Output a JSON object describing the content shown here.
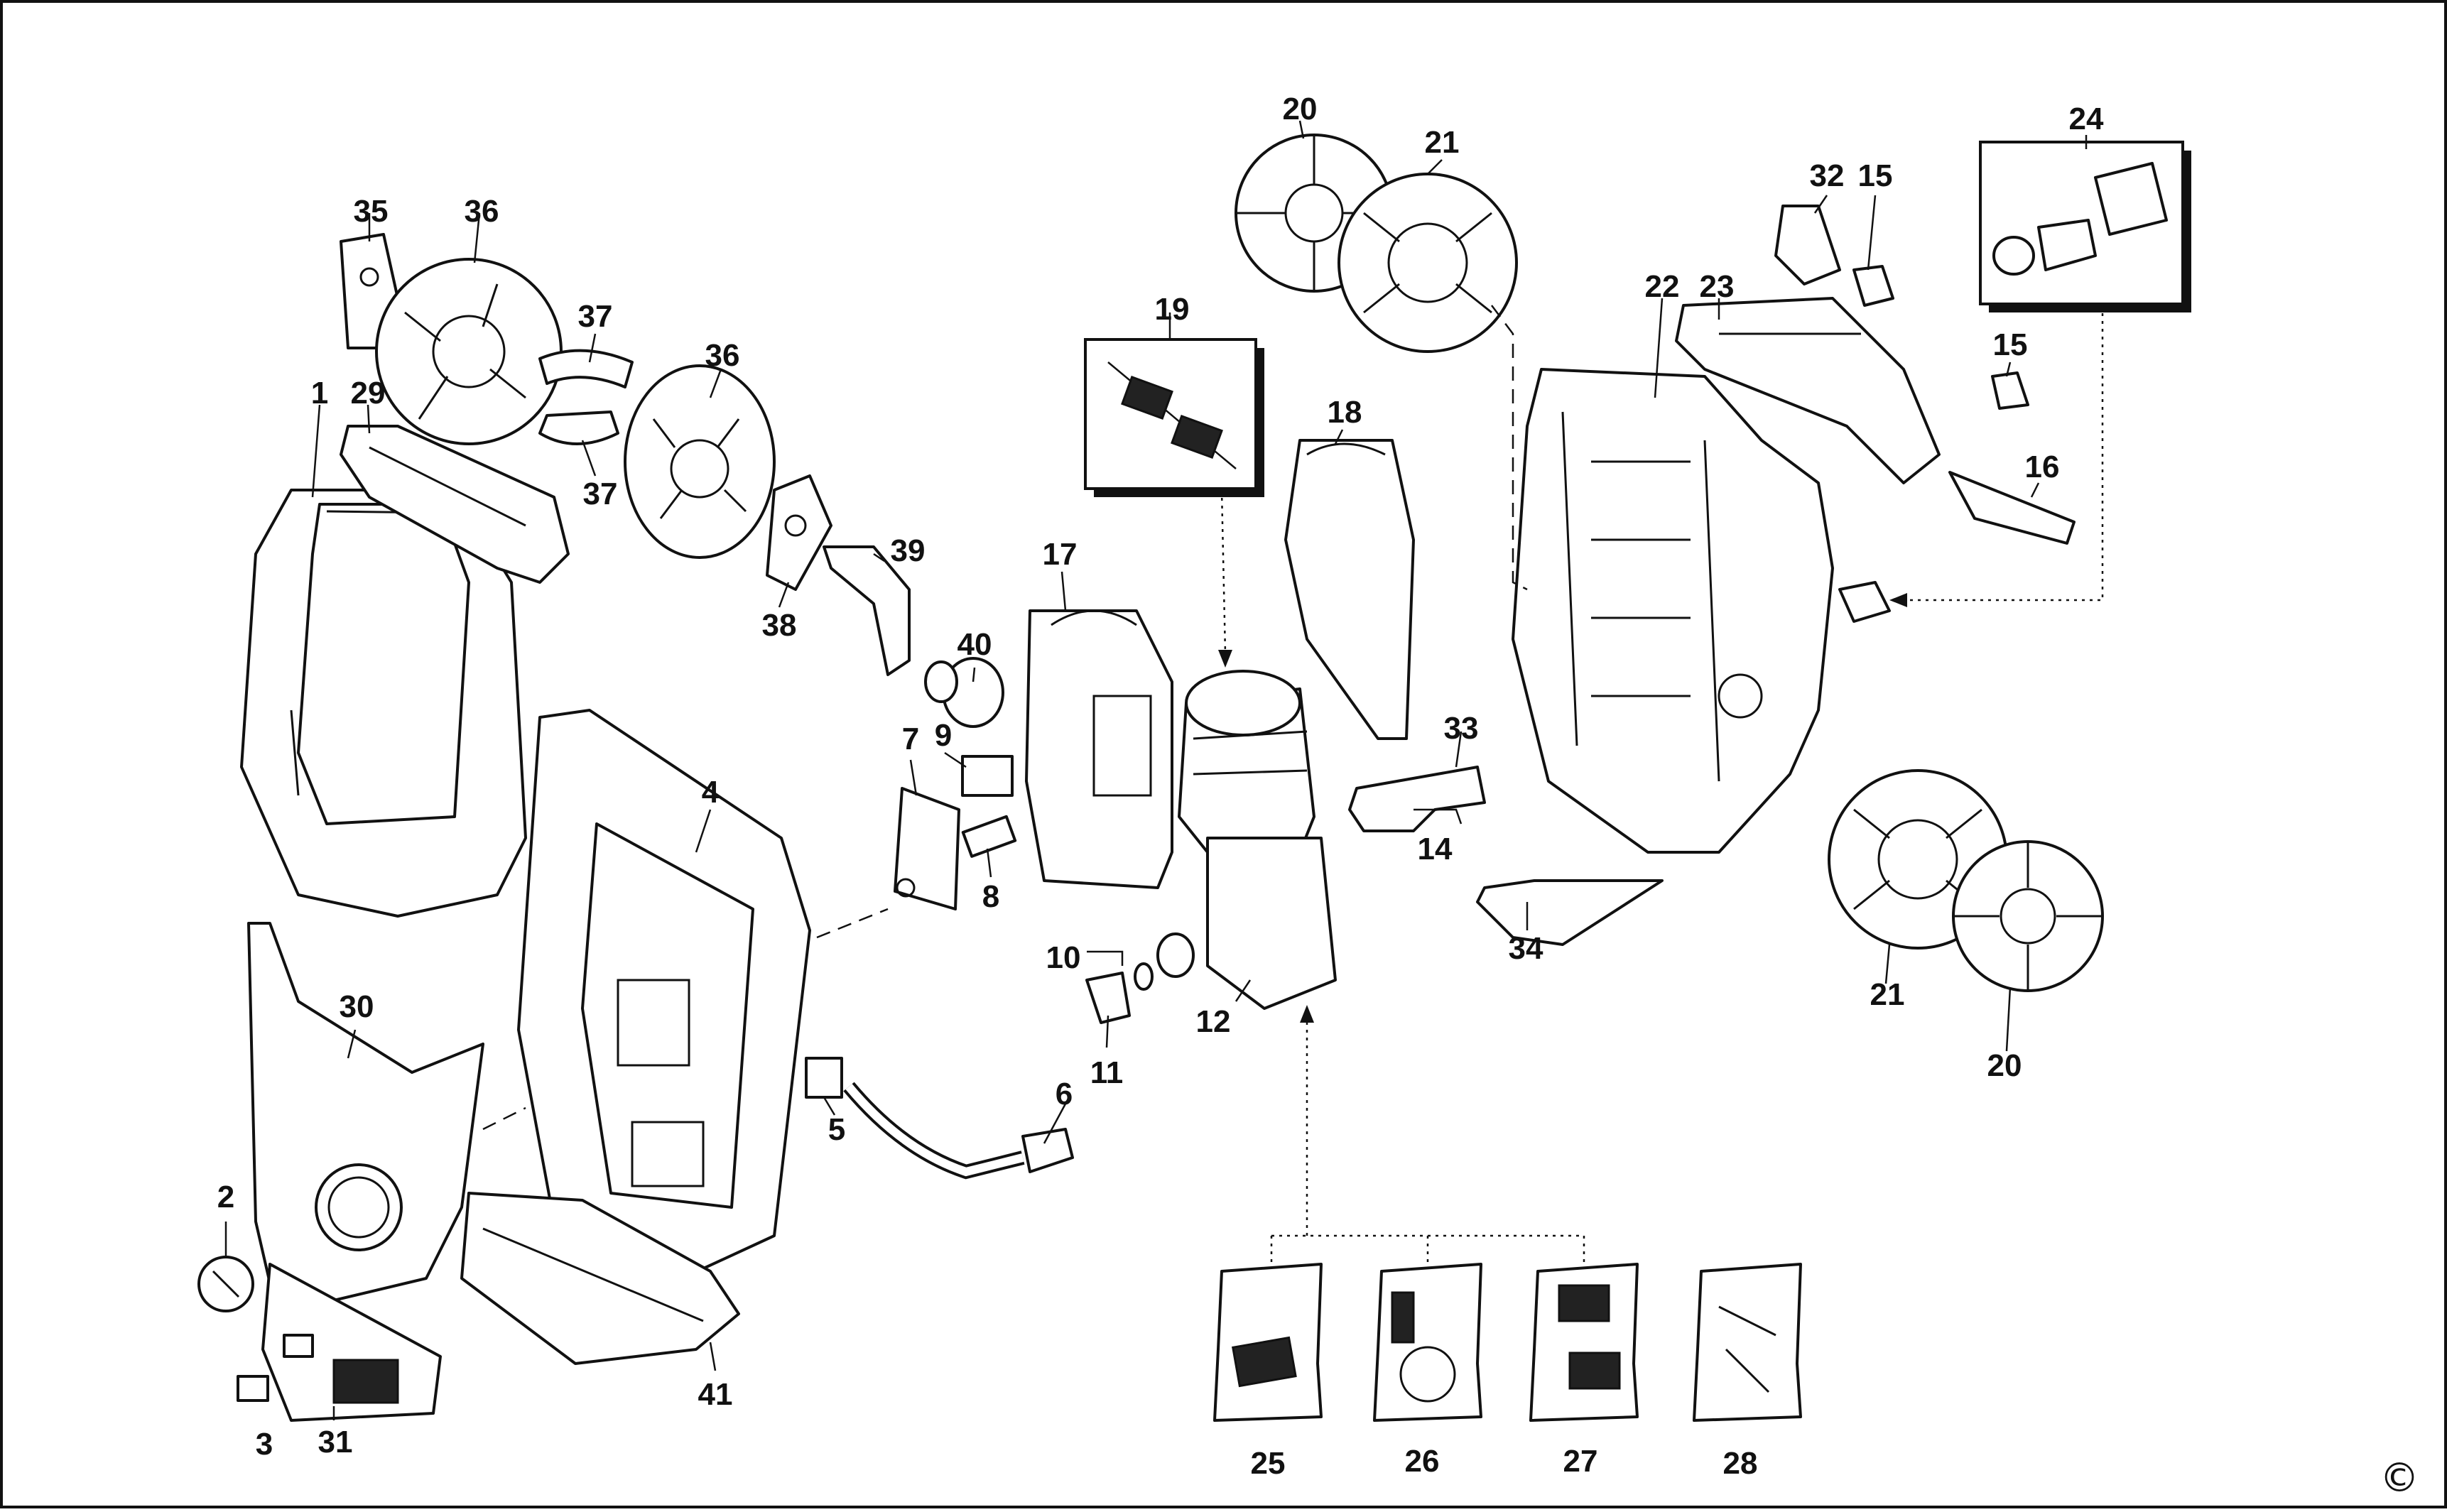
{
  "callouts": [
    {
      "id": "c1",
      "text": "1"
    },
    {
      "id": "c2",
      "text": "2"
    },
    {
      "id": "c3",
      "text": "3"
    },
    {
      "id": "c4",
      "text": "4"
    },
    {
      "id": "c5",
      "text": "5"
    },
    {
      "id": "c6",
      "text": "6"
    },
    {
      "id": "c7",
      "text": "7"
    },
    {
      "id": "c8",
      "text": "8"
    },
    {
      "id": "c9",
      "text": "9"
    },
    {
      "id": "c10",
      "text": "10"
    },
    {
      "id": "c11",
      "text": "11"
    },
    {
      "id": "c12",
      "text": "12"
    },
    {
      "id": "c14",
      "text": "14"
    },
    {
      "id": "c15a",
      "text": "15"
    },
    {
      "id": "c15b",
      "text": "15"
    },
    {
      "id": "c16",
      "text": "16"
    },
    {
      "id": "c17",
      "text": "17"
    },
    {
      "id": "c18",
      "text": "18"
    },
    {
      "id": "c19",
      "text": "19"
    },
    {
      "id": "c20a",
      "text": "20"
    },
    {
      "id": "c20b",
      "text": "20"
    },
    {
      "id": "c21a",
      "text": "21"
    },
    {
      "id": "c21b",
      "text": "21"
    },
    {
      "id": "c22",
      "text": "22"
    },
    {
      "id": "c23",
      "text": "23"
    },
    {
      "id": "c24",
      "text": "24"
    },
    {
      "id": "c25",
      "text": "25"
    },
    {
      "id": "c26",
      "text": "26"
    },
    {
      "id": "c27",
      "text": "27"
    },
    {
      "id": "c28",
      "text": "28"
    },
    {
      "id": "c29",
      "text": "29"
    },
    {
      "id": "c30",
      "text": "30"
    },
    {
      "id": "c31",
      "text": "31"
    },
    {
      "id": "c32",
      "text": "32"
    },
    {
      "id": "c33",
      "text": "33"
    },
    {
      "id": "c34",
      "text": "34"
    },
    {
      "id": "c35",
      "text": "35"
    },
    {
      "id": "c36a",
      "text": "36"
    },
    {
      "id": "c36b",
      "text": "36"
    },
    {
      "id": "c37a",
      "text": "37"
    },
    {
      "id": "c37b",
      "text": "37"
    },
    {
      "id": "c38",
      "text": "38"
    },
    {
      "id": "c39",
      "text": "39"
    },
    {
      "id": "c40",
      "text": "40"
    },
    {
      "id": "c41",
      "text": "41"
    }
  ],
  "copyright_symbol": "©",
  "colors": {
    "line": "#111111",
    "paper": "#ffffff"
  }
}
